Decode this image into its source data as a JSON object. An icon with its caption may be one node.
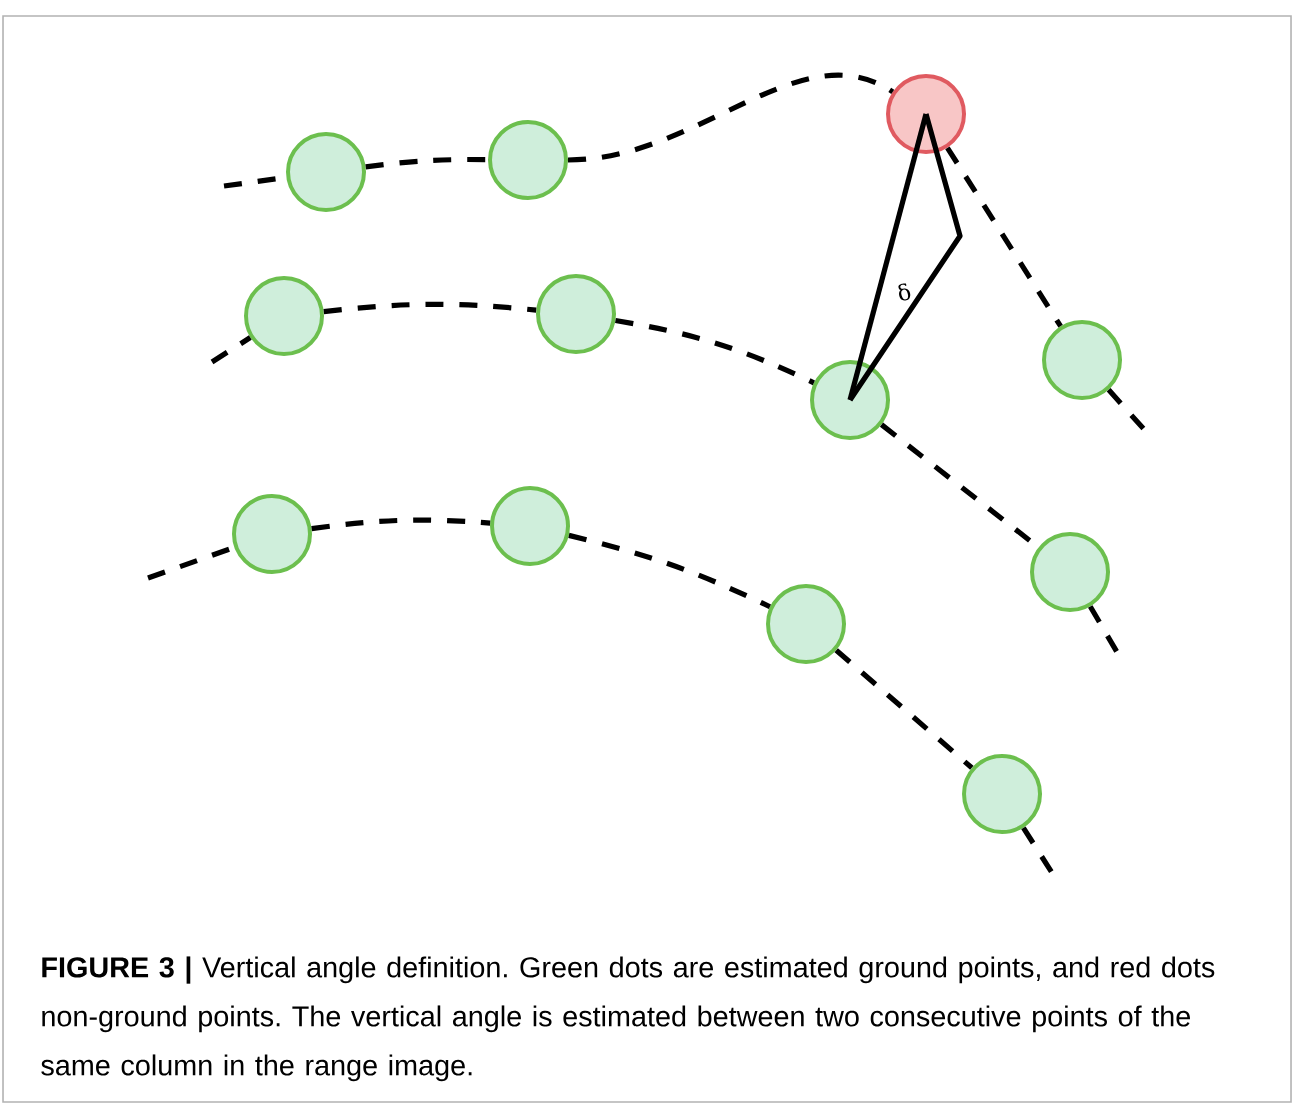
{
  "diagram": {
    "caption": "**FIGURE 3 |** Vertical angle definition. Green dots are estimated ground points, and red dots non-ground points. The vertical angle is estimated between two consecutive points of the same column in the range image.",
    "nodes": [
      {
        "text": [],
        "shape": "circle"
      },
      {
        "text": [],
        "shape": "circle"
      },
      {
        "text": [],
        "shape": "circle"
      },
      {
        "text": [],
        "shape": "circle"
      },
      {
        "text": [],
        "shape": "circle"
      },
      {
        "text": [],
        "shape": "circle"
      },
      {
        "text": [],
        "shape": "circle"
      },
      {
        "text": [],
        "shape": "circle"
      },
      {
        "text": [],
        "shape": "circle"
      },
      {
        "text": [],
        "shape": "circle"
      },
      {
        "text": [],
        "shape": "circle"
      },
      {
        "text": [],
        "shape": "circle"
      }
    ],
    "edges": [
      {
        "from": null,
        "to": 0,
        "arrow": "none",
        "style": "dashed"
      },
      {
        "from": 0,
        "to": 1,
        "arrow": "none",
        "style": "dashed"
      },
      {
        "from": 1,
        "to": 2,
        "arrow": "none",
        "style": "dashed"
      },
      {
        "from": 2,
        "to": 3,
        "arrow": "none",
        "style": "dashed"
      },
      {
        "from": 3,
        "to": null,
        "arrow": "none",
        "style": "dashed"
      },
      {
        "from": null,
        "to": 4,
        "arrow": "none",
        "style": "dashed"
      },
      {
        "from": 4,
        "to": 5,
        "arrow": "none",
        "style": "dashed"
      },
      {
        "from": 5,
        "to": 6,
        "arrow": "none",
        "style": "dashed"
      },
      {
        "from": 6,
        "to": 7,
        "arrow": "none",
        "style": "dashed"
      },
      {
        "from": 7,
        "to": null,
        "arrow": "none",
        "style": "dashed"
      },
      {
        "from": null,
        "to": 8,
        "arrow": "none",
        "style": "dashed"
      },
      {
        "from": 8,
        "to": 9,
        "arrow": "none",
        "style": "dashed"
      },
      {
        "from": 9,
        "to": 10,
        "arrow": "none",
        "style": "dashed"
      },
      {
        "from": 10,
        "to": 11,
        "arrow": "none",
        "style": "dashed"
      },
      {
        "from": 11,
        "to": null,
        "arrow": "none",
        "style": "dashed"
      },
      {
        "from": 6,
        "to": 2,
        "arrow": "none"
      },
      {
        "from": 6,
        "to": 2,
        "arrow": "none"
      }
    ],
    "labels": [
      "δ"
    ]
  }
}
